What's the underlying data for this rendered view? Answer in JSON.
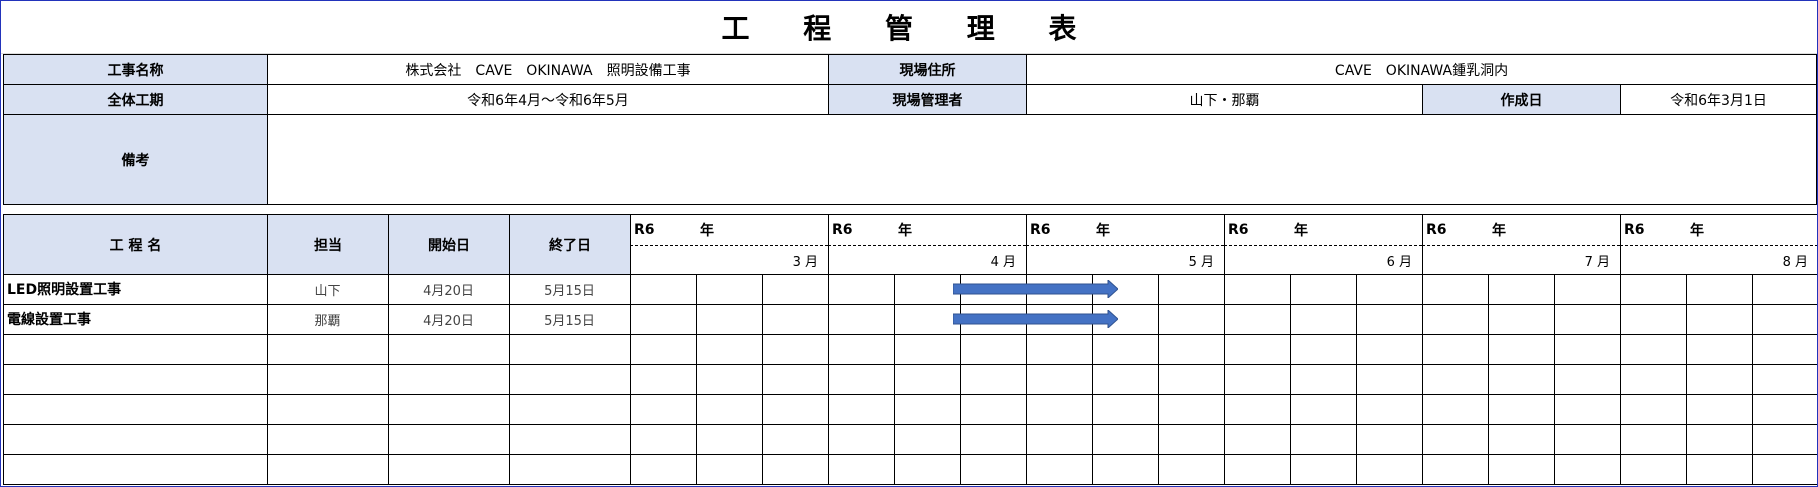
{
  "title": "工 程 管 理 表",
  "info": {
    "project_name_label": "工事名称",
    "project_name": "株式会社　CAVE　OKINAWA　照明設備工事",
    "site_address_label": "現場住所",
    "site_address": "CAVE　OKINAWA鍾乳洞内",
    "period_label": "全体工期",
    "period": "令和6年4月～令和6年5月",
    "site_manager_label": "現場管理者",
    "site_manager": "山下・那覇",
    "created_label": "作成日",
    "created": "令和6年3月1日",
    "notes_label": "備考",
    "notes": ""
  },
  "schedule": {
    "headers": {
      "process": "工 程 名",
      "person": "担当",
      "start": "開始日",
      "end": "終了日"
    },
    "months": [
      {
        "era": "R6",
        "year_label": "年",
        "month": "3 月"
      },
      {
        "era": "R6",
        "year_label": "年",
        "month": "4 月"
      },
      {
        "era": "R6",
        "year_label": "年",
        "month": "5 月"
      },
      {
        "era": "R6",
        "year_label": "年",
        "month": "6 月"
      },
      {
        "era": "R6",
        "year_label": "年",
        "month": "7 月"
      },
      {
        "era": "R6",
        "year_label": "年",
        "month": "8 月"
      }
    ],
    "rows": [
      {
        "name": "LED照明設置工事",
        "person": "山下",
        "start": "4月20日",
        "end": "5月15日",
        "bar_start_month": 4,
        "bar_start_day": 20,
        "bar_end_month": 5,
        "bar_end_day": 15
      },
      {
        "name": "電線設置工事",
        "person": "那覇",
        "start": "4月20日",
        "end": "5月15日",
        "bar_start_month": 4,
        "bar_start_day": 20,
        "bar_end_month": 5,
        "bar_end_day": 15
      },
      {
        "name": "",
        "person": "",
        "start": "",
        "end": ""
      },
      {
        "name": "",
        "person": "",
        "start": "",
        "end": ""
      },
      {
        "name": "",
        "person": "",
        "start": "",
        "end": ""
      },
      {
        "name": "",
        "person": "",
        "start": "",
        "end": ""
      },
      {
        "name": "",
        "person": "",
        "start": "",
        "end": ""
      }
    ],
    "bar_color": "#4472c4"
  }
}
